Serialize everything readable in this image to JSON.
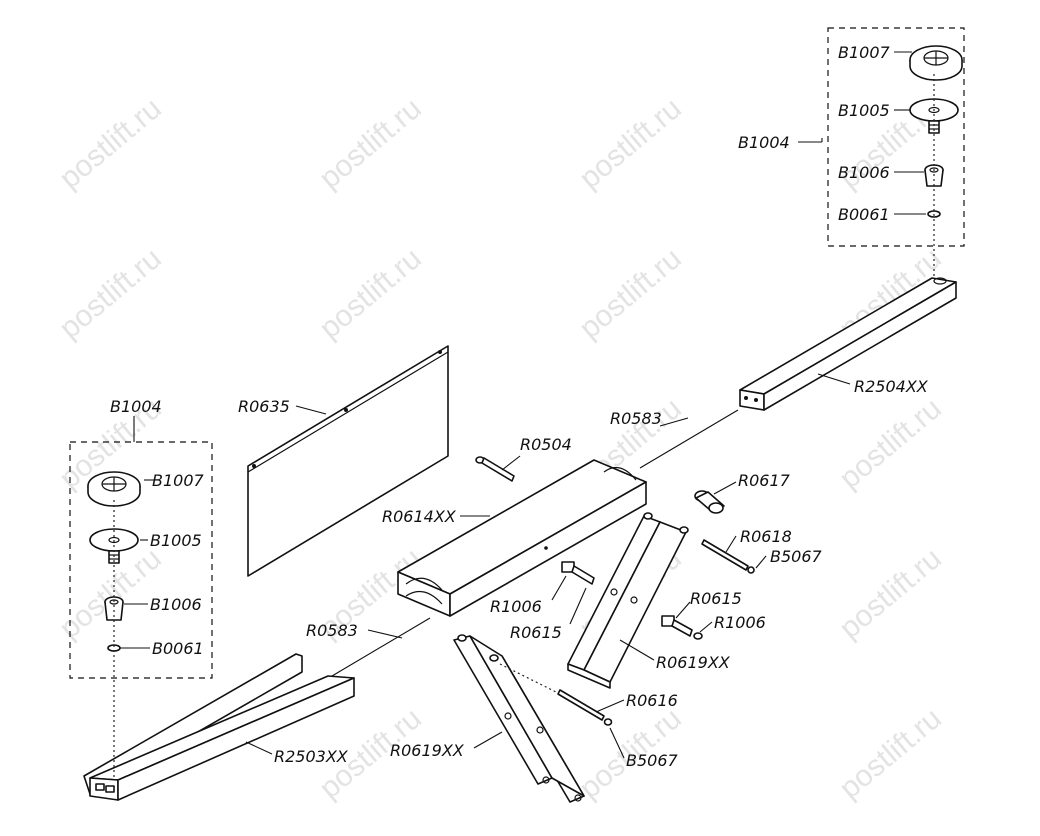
{
  "watermark": "postlift.ru",
  "labels": {
    "b1004_top": "B1004",
    "b1007_top": "B1007",
    "b1005_top": "B1005",
    "b1006_top": "B1006",
    "b0061_top": "B0061",
    "r2504": "R2504XX",
    "r0583_top": "R0583",
    "r0504": "R0504",
    "r0635": "R0635",
    "r0614": "R0614XX",
    "r0617": "R0617",
    "r0618": "R0618",
    "b5067_top": "B5067",
    "r1006_mid": "R1006",
    "r0615_mid": "R0615",
    "r0615_right": "R0615",
    "r1006_right": "R1006",
    "r0619_right": "R0619XX",
    "b1004_left": "B1004",
    "b1007_left": "B1007",
    "b1005_left": "B1005",
    "b1006_left": "B1006",
    "b0061_left": "B0061",
    "r0583_left": "R0583",
    "r0616": "R0616",
    "b5067_bottom": "B5067",
    "r0619_bottom": "R0619XX",
    "r2503": "R2503XX"
  }
}
